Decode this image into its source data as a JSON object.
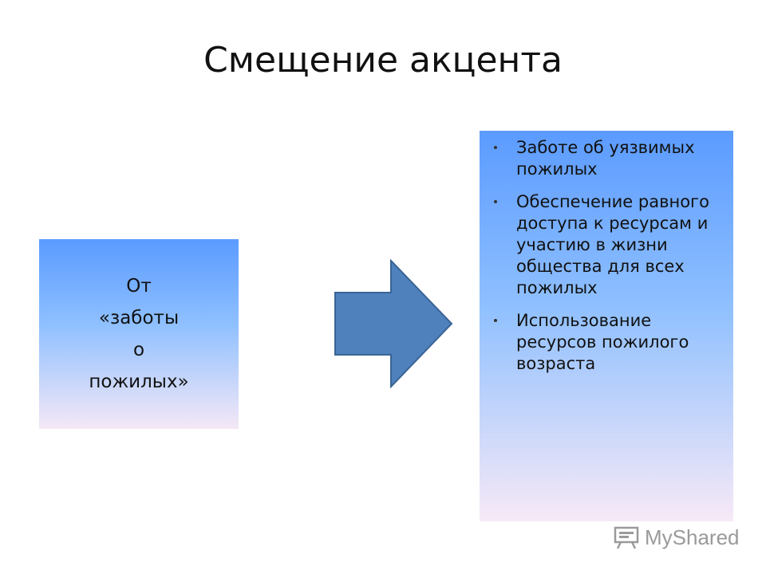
{
  "slide": {
    "title": "Смещение акцента",
    "left_box": {
      "lines": [
        "От",
        "«заботы",
        "о",
        "пожилых»"
      ]
    },
    "right_box": {
      "items": [
        "Заботе об уязвимых пожилых",
        "Обеспечение равного доступа к ресурсам и участию в жизни общества для всех пожилых",
        "Использование ресурсов пожилого возраста"
      ]
    },
    "arrow_icon": "arrow-right-icon",
    "colors": {
      "gradient_top": "#5b9bff",
      "gradient_bottom": "#f5e8f6",
      "arrow_fill": "#4f81bd",
      "arrow_stroke": "#3a6495"
    }
  },
  "watermark": {
    "text": "MyShared",
    "icon": "presentation-board-icon"
  }
}
